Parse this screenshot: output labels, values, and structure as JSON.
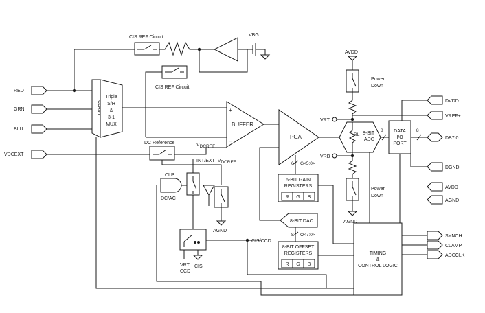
{
  "pins_left": {
    "red": "RED",
    "grn": "GRN",
    "blu": "BLU",
    "vdcext": "VDCEXT"
  },
  "pins_right": {
    "dvdd": "DVDD",
    "vref_plus": "VREF+",
    "db": "DB7:0",
    "dgnd": "DGND",
    "avdd": "AVDD",
    "agnd": "AGND",
    "synch": "SYNCH",
    "clamp": "CLAMP",
    "adcclk": "ADCCLK"
  },
  "blocks": {
    "cis_ref_top": "CIS REF Circuit",
    "cis_ref_bottom": "CIS REF Circuit",
    "vbg": "VBG",
    "mux_clamp": "CLAMP",
    "mux_lines": [
      "Triple",
      "S/H",
      "&",
      "3-1",
      "MUX"
    ],
    "dc_reference": "DC Reference",
    "vdcref": "V",
    "vdcref_sub": "DCREF",
    "int_ext": "INT/EXT_V",
    "int_ext_sub": "DCREF",
    "buffer": "BUFFER",
    "buffer_plus": "+",
    "buffer_minus": "–",
    "pga": "PGA",
    "gain_bus_width": "6",
    "gain_bus_label": "G<5:0>",
    "gain_registers": [
      "6-BIT GAIN",
      "REGISTERS"
    ],
    "gain_cells": [
      "R",
      "G",
      "B"
    ],
    "dac": "8-BIT DAC",
    "offset_bus_width": "8",
    "offset_bus_label": "O<7:0>",
    "offset_registers": [
      "8-BIT OFFSET",
      "REGISTERS"
    ],
    "offset_cells": [
      "R",
      "G",
      "B"
    ],
    "clp": "CLP",
    "dc_ac": "DC/AC",
    "agnd_mid": "AGND",
    "vrt_ccd": [
      "VRT",
      "CCD"
    ],
    "cis": "CIS",
    "cis_ccd": "CIS/CCD",
    "avdd_top": "AVDD",
    "power_down_top": [
      "Power",
      "Down"
    ],
    "power_down_bottom": [
      "Power",
      "Down"
    ],
    "agnd_bottom": "AGND",
    "vrt": "VRT",
    "vrb": "VRB",
    "rl": "RL",
    "adc": [
      "8-BIT",
      "ADC"
    ],
    "adc_bus_width": "8",
    "data_port": [
      "DATA",
      "I/O",
      "PORT"
    ],
    "out_bus_width": "8",
    "timing": [
      "TIMING",
      "&",
      "CONTROL LOGIC"
    ]
  }
}
